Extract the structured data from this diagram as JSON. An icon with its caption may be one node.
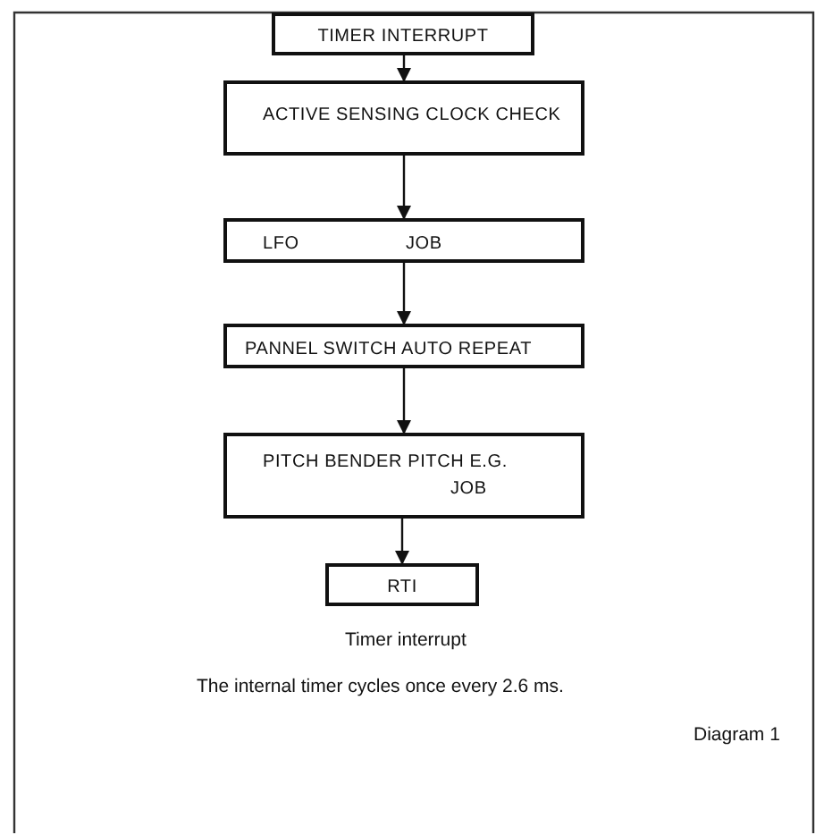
{
  "diagram": {
    "nodes": [
      {
        "text": [
          "TIMER INTERRUPT"
        ]
      },
      {
        "text": [
          "ACTIVE SENSING CLOCK CHECK"
        ]
      },
      {
        "text": [
          "LFO",
          "JOB"
        ]
      },
      {
        "text": [
          "PANNEL SWITCH AUTO REPEAT"
        ]
      },
      {
        "text": [
          "PITCH BENDER PITCH E.G.",
          "JOB"
        ]
      },
      {
        "text": [
          "RTI"
        ]
      }
    ],
    "edges": [
      {
        "from": 0,
        "to": 1,
        "arrow": "to"
      },
      {
        "from": 1,
        "to": 2,
        "arrow": "to"
      },
      {
        "from": 2,
        "to": 3,
        "arrow": "to"
      },
      {
        "from": 3,
        "to": 4,
        "arrow": "to"
      },
      {
        "from": 4,
        "to": 5,
        "arrow": "to"
      }
    ],
    "labels": [
      "Timer interrupt",
      "The internal timer cycles once every 2.6 ms.",
      "Diagram 1"
    ]
  }
}
